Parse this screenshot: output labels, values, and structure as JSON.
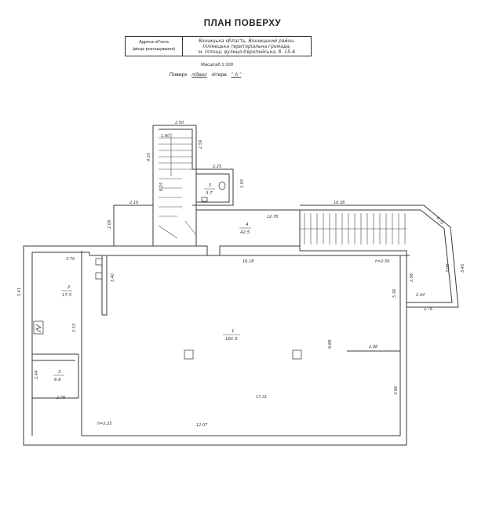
{
  "title": "ПЛАН ПОВЕРХУ",
  "address": {
    "label_1": "Адреса об'єкта",
    "label_2": "(місце розташування)",
    "line_1": "Вінницька область, Вінницький район,",
    "line_2": "Іллінецька територіальна громада,",
    "line_3": "м. Іллінці, вулиця Європейська, б. 15-А"
  },
  "scale": "Масштаб 1:100",
  "floor": {
    "label": "Поверх",
    "value": "підвал",
    "litera_label": "літера",
    "litera_value": "\" А \""
  },
  "rooms": [
    {
      "id": "room-1",
      "number": "1",
      "area": "181.5"
    },
    {
      "id": "room-2",
      "number": "2",
      "area": "17.5"
    },
    {
      "id": "room-3",
      "number": "3",
      "area": "6.6"
    },
    {
      "id": "room-4",
      "number": "4",
      "area": "42.5"
    },
    {
      "id": "room-5",
      "number": "5",
      "area": "3.7"
    }
  ],
  "dimensions": {
    "d250": "2.50",
    "d180": "1.80",
    "d259": "2.59",
    "d455": "4.55",
    "d225a": "2.25",
    "d625": "6.25",
    "d195": "1.95",
    "d210": "2.10",
    "d208": "2.08",
    "d1278": "12.78",
    "d1038": "10.38",
    "d675": "6.75",
    "d370": "3.70",
    "d1618": "16.18",
    "h256": "h=2.56",
    "d298a": "2.98",
    "d306": "3.06",
    "d345": "3.45",
    "d541": "5.41",
    "d340": "3.40",
    "d536": "5.36",
    "d244a": "2.44",
    "d276a": "2.76",
    "d253": "2.53",
    "d988": "9.88",
    "d298b": "2.98",
    "d244b": "2.44",
    "d276b": "2.76",
    "d396": "3.96",
    "d1731": "17.31",
    "h225": "h=2.25",
    "d1207": "12.07"
  }
}
